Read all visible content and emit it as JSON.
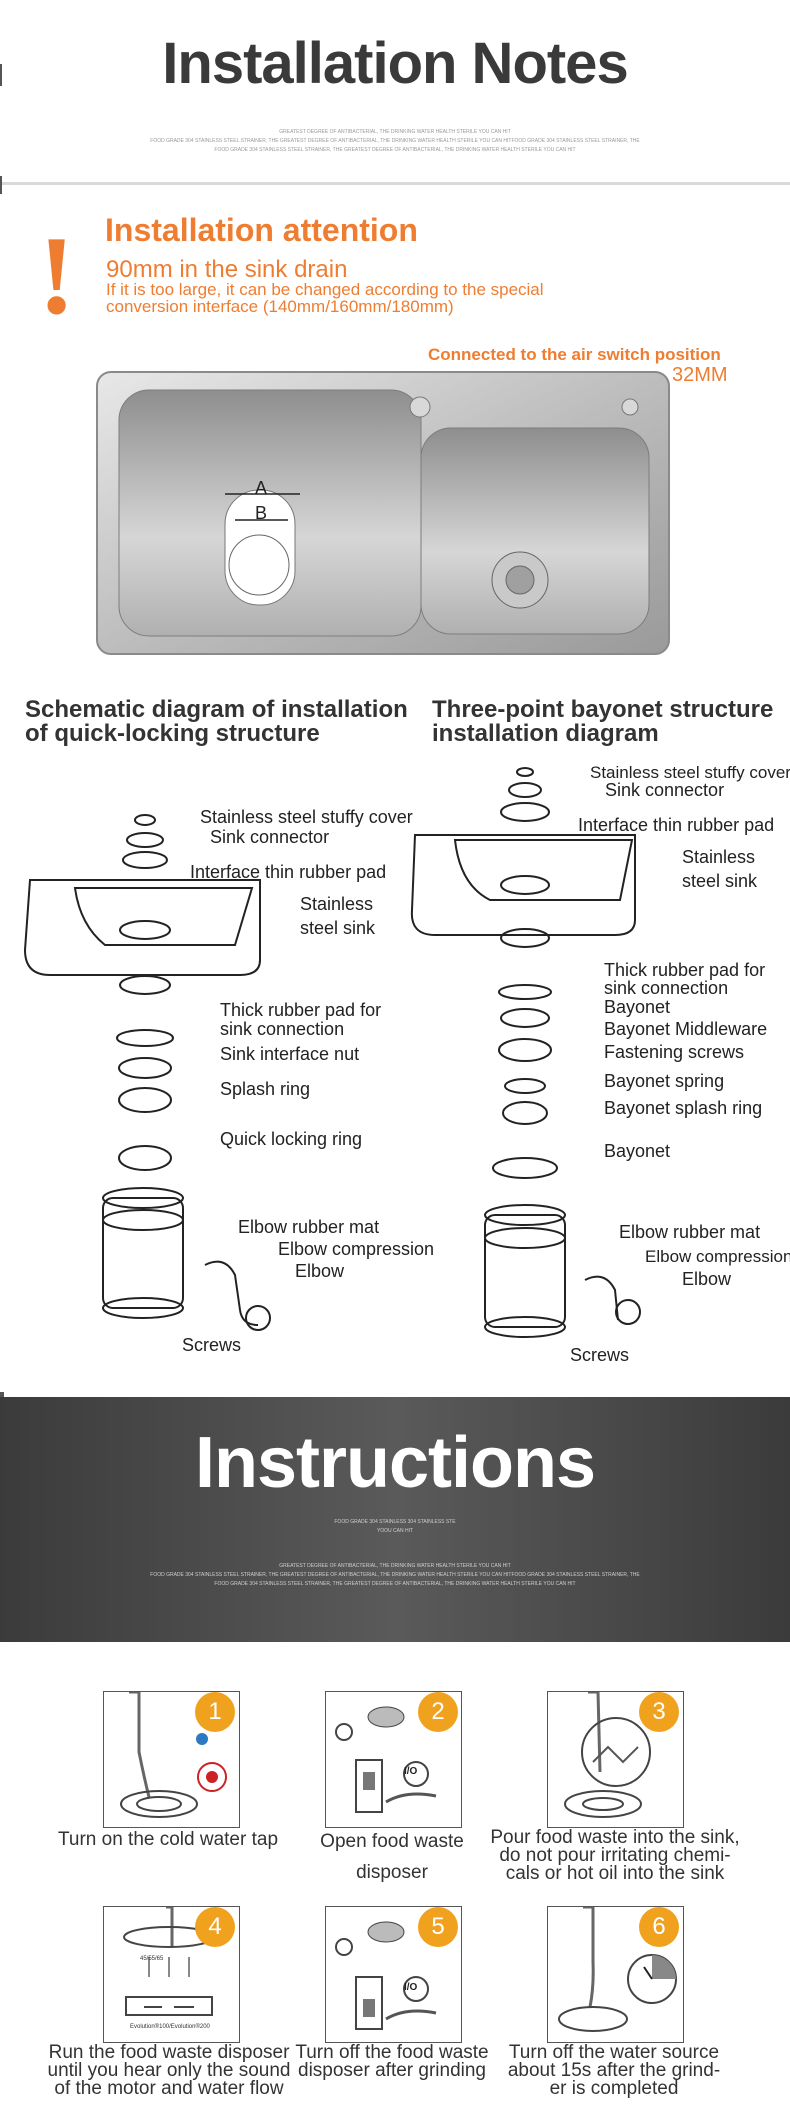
{
  "header": {
    "title": "Installation Notes",
    "tiny_lines": [
      "GREATEST DEGREE OF ANTIBACTERIAL, THE DRINKING WATER HEALTH STERILE YOU CAN HIT",
      "FOOD GRADE 304 STAINLESS STEEL STRAINER, THE GREATEST DEGREE OF ANTIBACTERIAL, THE DRINKING WATER HEALTH STERILE YOU CAN HITFOOD GRADE 304 STAINLESS STEEL STRAINER, THE",
      "FOOD GRADE 304 STAINLESS STEEL STRAINER, THE GREATEST DEGREE OF ANTIBACTERIAL, THE DRINKING WATER HEALTH STERILE YOU CAN HIT"
    ]
  },
  "attention": {
    "mark": "!",
    "title": "Installation attention",
    "subtitle": "90mm in the sink drain",
    "note": "If it is too large, it can be changed according to the special conversion interface (140mm/160mm/180mm)",
    "air_switch": "Connected to the air switch position",
    "size": "32MM",
    "dim_a": "A",
    "dim_b": "B"
  },
  "diagram_left": {
    "title_line1": "Schematic diagram of installation",
    "title_line2": "of quick-locking structure",
    "labels": [
      "Stainless steel stuffy cover",
      "Sink connector",
      "Interface thin rubber pad",
      "Stainless",
      "steel sink",
      "Thick rubber pad for",
      "sink connection",
      "Sink interface nut",
      "Splash ring",
      "Quick locking ring",
      "Elbow rubber mat",
      "Elbow compression",
      "Elbow",
      "Screws"
    ]
  },
  "diagram_right": {
    "title_line1": "Three-point bayonet structure",
    "title_line2": "installation diagram",
    "labels": [
      "Stainless steel stuffy cover",
      "Sink connector",
      "Interface thin rubber pad",
      "Stainless",
      "steel sink",
      "Thick rubber pad for",
      "sink connection",
      "Bayonet",
      "Bayonet Middleware",
      "Fastening screws",
      "Bayonet spring",
      "Bayonet splash ring",
      "Bayonet",
      "Elbow rubber mat",
      "Elbow compression",
      "Elbow",
      "Screws"
    ]
  },
  "instructions": {
    "title": "Instructions",
    "tiny_lines": [
      "FOOD GRADE 304 STAINLESS 304 STAINLESS STE",
      "YOOU CAN HIT",
      "GREATEST DEGREE OF ANTIBACTERIAL, THE DRINKING WATER HEALTH STERILE YOU CAN HIT",
      "FOOD GRADE 304 STAINLESS STEEL STRAINER, THE GREATEST DEGREE OF ANTIBACTERIAL, THE DRINKING WATER HEALTH STERILE YOU CAN HITFOOD GRADE 304 STAINLESS STEEL STRAINER, THE",
      "FOOD GRADE 304 STAINLESS STEEL STRAINER, THE GREATEST DEGREE OF ANTIBACTERIAL, THE DRINKING WATER HEALTH STERILE YOU CAN HIT"
    ],
    "steps": [
      {
        "num": "1",
        "caption": [
          "Turn on the cold water tap"
        ]
      },
      {
        "num": "2",
        "caption": [
          "Open food waste",
          "disposer"
        ]
      },
      {
        "num": "3",
        "caption": [
          "Pour food waste into the sink,",
          "do not pour irritating chemi-",
          "cals or hot oil into the sink"
        ]
      },
      {
        "num": "4",
        "caption": [
          "Run the food waste disposer",
          "until you hear only the sound",
          "of the motor and water flow"
        ],
        "inner": [
          "45/55/65",
          "Evolution®100/Evolution®200"
        ]
      },
      {
        "num": "5",
        "caption": [
          "Turn off the food waste",
          "disposer after grinding"
        ]
      },
      {
        "num": "6",
        "caption": [
          "Turn off the water source",
          "about 15s after the grind-",
          "er is completed"
        ]
      }
    ],
    "switch_label": "I/O"
  },
  "colors": {
    "accent": "#ef7d31",
    "badge": "#f0a21e",
    "dark_band": "#4a4a4a"
  }
}
